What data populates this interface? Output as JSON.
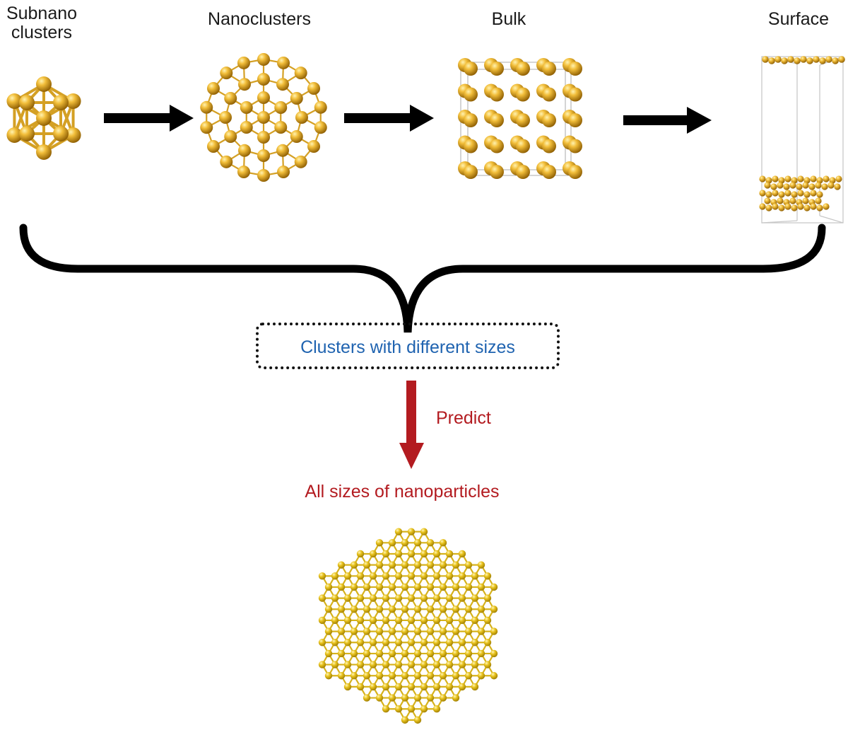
{
  "stages": {
    "subnano": "Subnano\nclusters",
    "nano": "Nanoclusters",
    "bulk": "Bulk",
    "surface": "Surface"
  },
  "box_text": "Clusters with different sizes",
  "predict_text": "Predict",
  "result_text": "All sizes of nanoparticles",
  "colors": {
    "gold": "#d9a21c",
    "gold_light": "#ffe27a",
    "gold_dark": "#8a5a00",
    "box_text": "#1f63b0",
    "predict": "#b31b20",
    "arrow": "#000000"
  },
  "icons": [
    "right-arrow-icon",
    "down-arrow-icon",
    "brace-icon"
  ]
}
